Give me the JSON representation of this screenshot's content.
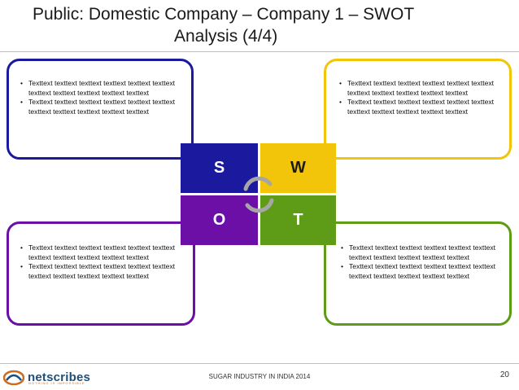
{
  "slide": {
    "title_line1": "Public: Domestic Company – Company 1 – SWOT",
    "title_line2": "Analysis (4/4)"
  },
  "colors": {
    "strengths": "#1b199e",
    "weaknesses": "#f2c40a",
    "opportunities": "#6b0fa6",
    "threats": "#5e9b16",
    "connector": "#a6a6a6"
  },
  "boxes": {
    "strengths": {
      "bullets": [
        "Texttext texttext texttext texttext texttext texttext texttext texttext texttext texttext texttext",
        "Texttext texttext texttext texttext texttext texttext texttext texttext texttext texttext texttext"
      ]
    },
    "weaknesses": {
      "bullets": [
        "Texttext texttext texttext texttext texttext texttext texttext texttext texttext texttext texttext",
        "Texttext texttext texttext texttext texttext texttext texttext texttext texttext texttext texttext"
      ]
    },
    "opportunities": {
      "bullets": [
        "Texttext texttext texttext texttext texttext texttext texttext texttext texttext texttext texttext",
        "Texttext texttext texttext texttext texttext texttext texttext texttext texttext texttext texttext"
      ]
    },
    "threats": {
      "bullets": [
        "Texttext texttext texttext texttext texttext texttext texttext texttext texttext texttext texttext",
        "Texttext texttext texttext texttext texttext texttext texttext texttext texttext texttext texttext"
      ]
    }
  },
  "swot": {
    "s": "S",
    "w": "W",
    "o": "O",
    "t": "T"
  },
  "footer": {
    "logo_text": "netscribes",
    "logo_tagline": "NOTHING IS IMPOSSIBLE",
    "center_text": "SUGAR INDUSTRY IN INDIA 2014",
    "page_number": "20"
  }
}
